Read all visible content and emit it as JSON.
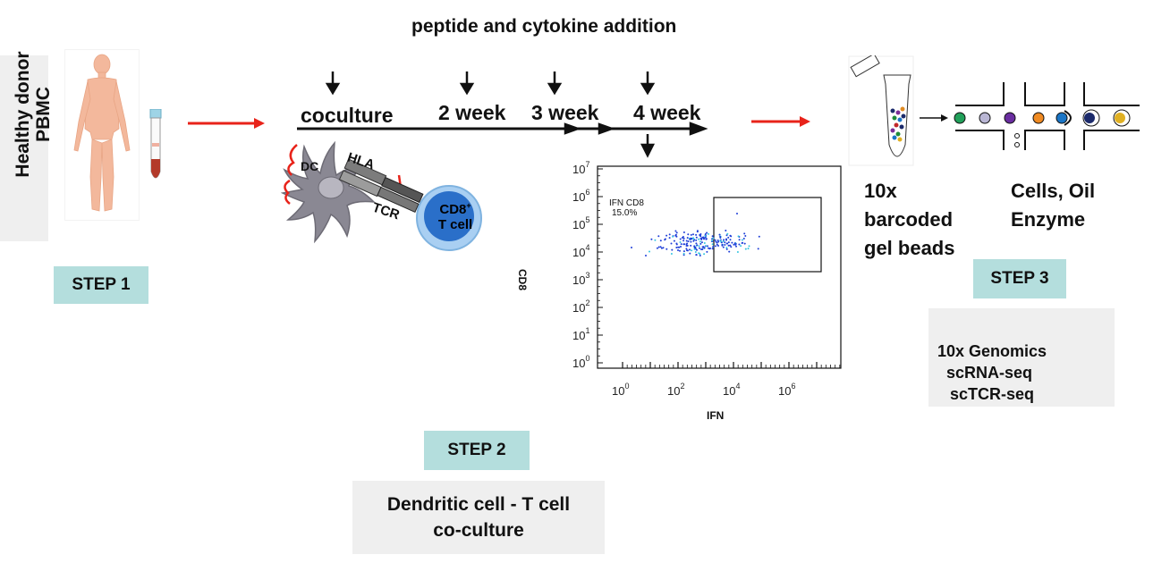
{
  "header": {
    "title": "peptide and cytokine addition"
  },
  "donor": {
    "line1": "Healthy donor",
    "line2": "PBMC"
  },
  "steps": {
    "step1": "STEP 1",
    "step2": "STEP 2",
    "step3": "STEP 3"
  },
  "timeline": {
    "coculture": "coculture",
    "week2": "2 week",
    "week3": "3 week",
    "week4": "4 week"
  },
  "cell_diagram": {
    "dc": "DC",
    "hla": "HLA",
    "tcr": "TCR",
    "cd8_line1": "CD8",
    "cd8_sup": "+",
    "cd8_line2": "T cell"
  },
  "flow_plot": {
    "gate_label": "IFN CD8",
    "gate_percent": "15.0%",
    "y_axis_label": "CD8",
    "x_axis_label": "IFN",
    "y_ticks": [
      "10^0",
      "10^1",
      "10^2",
      "10^3",
      "10^4",
      "10^5",
      "10^6",
      "10^7"
    ],
    "x_ticks": [
      "10^0",
      "10^2",
      "10^4",
      "10^6"
    ]
  },
  "step2_caption": {
    "line1": "Dendritic cell - T cell",
    "line2": "co-culture"
  },
  "beads": {
    "line1": "10x",
    "line2": "barcoded",
    "line3": "gel beads"
  },
  "reagents": {
    "line1": "Cells, Oil",
    "line2": "Enzyme"
  },
  "step3_caption": {
    "line1": "10x Genomics",
    "line2": "scRNA-seq",
    "line3": "scTCR-seq"
  },
  "colors": {
    "step_box": "#b4dedd",
    "grey_box": "#efefef",
    "red_arrow": "#e8231a",
    "dot_blue": "#1f3fd8",
    "cd8_cell": "#2a6fc9"
  },
  "icons": [
    "human-body-icon",
    "blood-tube-icon",
    "dendritic-cell-icon",
    "t-cell-icon",
    "microtube-icon",
    "microfluidic-chip-icon"
  ]
}
